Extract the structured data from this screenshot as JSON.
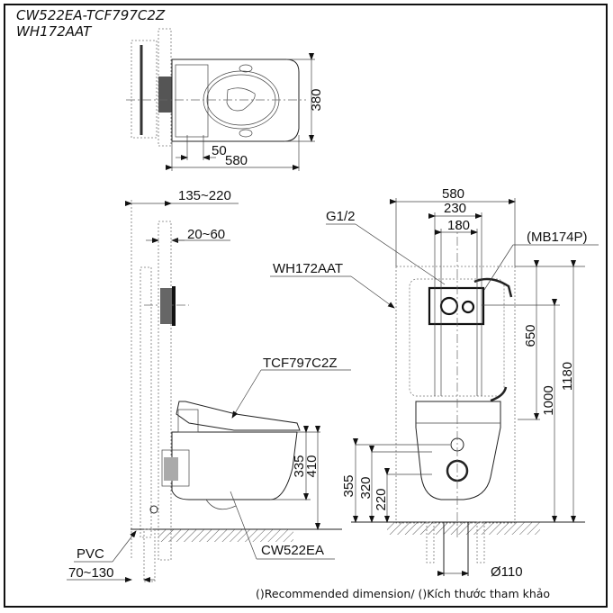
{
  "title": {
    "line1": "CW522EA-TCF797C2Z",
    "line2": "WH172AAT"
  },
  "top_view": {
    "dim_width": "580",
    "dim_offset": "50",
    "dim_depth": "380"
  },
  "side_view": {
    "dim_frame_depth": "135~220",
    "dim_wall_gap": "20~60",
    "label_seat": "TCF797C2Z",
    "label_bowl": "CW522EA",
    "label_pipe": "PVC",
    "dim_pipe": "70~130",
    "dim_bowl_inner": "335",
    "dim_bowl_height": "410"
  },
  "front_view": {
    "dim_frame_width": "580",
    "dim_230": "230",
    "dim_180": "180",
    "label_inlet": "G1/2",
    "label_plate": "(MB174P)",
    "label_frame": "WH172AAT",
    "dim_650": "650",
    "dim_1000": "1000",
    "dim_1180": "1180",
    "dim_355": "355",
    "dim_320": "320",
    "dim_220": "220",
    "dim_drain": "Ø110"
  },
  "footer_note": "()Recommended dimension/ ()Kích thước tham khảo"
}
